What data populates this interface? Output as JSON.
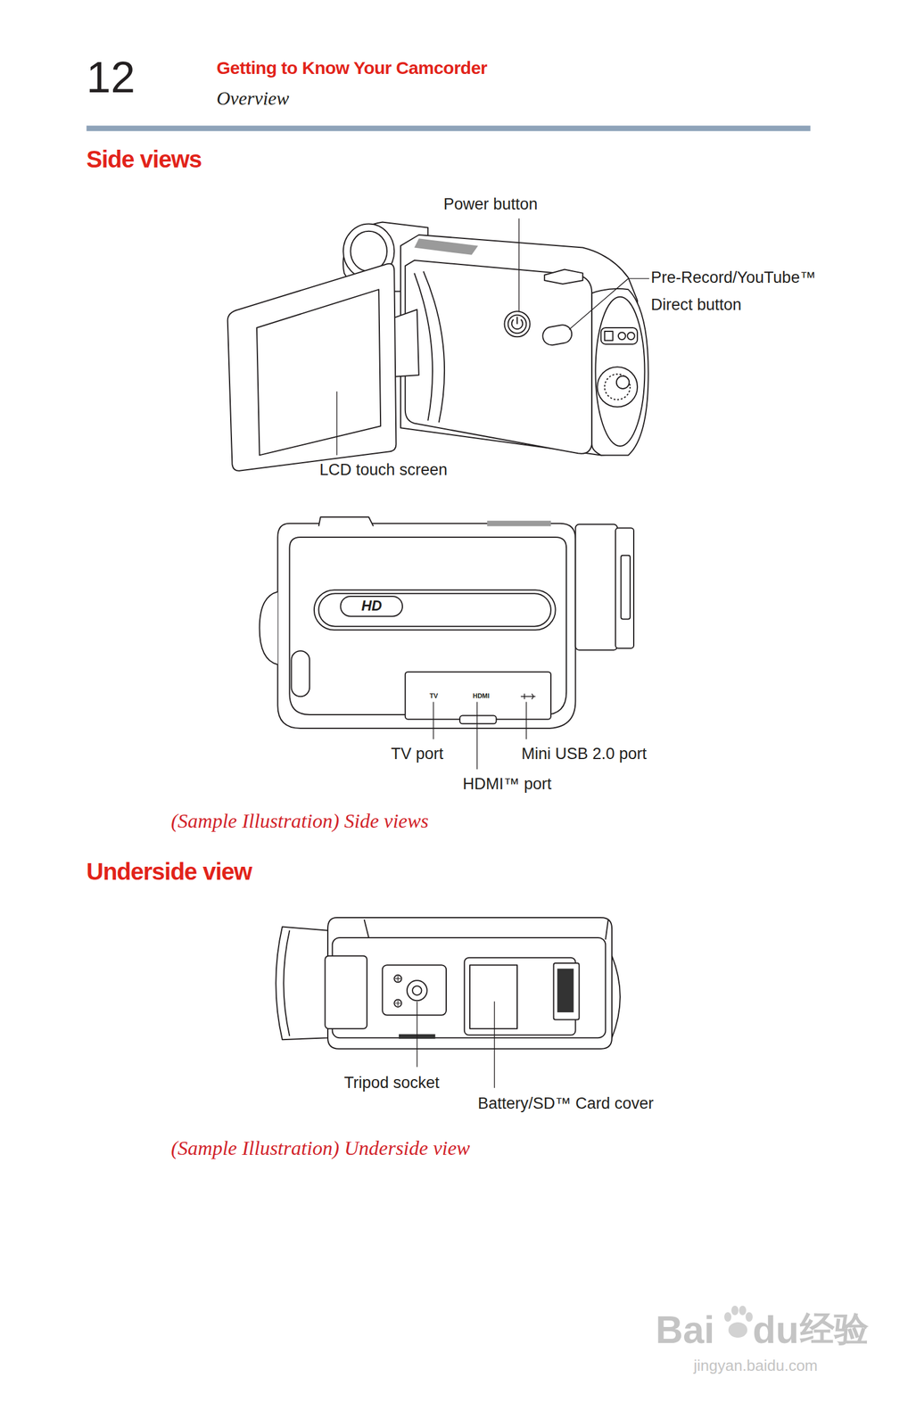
{
  "diagram": {
    "labels": [
      "12",
      "Getting to Know Your Camcorder",
      "Overview",
      "Side views",
      "Power button",
      "Pre-Record/YouTube™ Direct button",
      "LCD touch screen",
      "HD",
      "TV",
      "HDMI",
      "TV port",
      "Mini USB 2.0 port",
      "HDMI™ port",
      "(Sample Illustration) Side views",
      "Underside view",
      "Tripod socket",
      "Battery/SD™ Card cover",
      "(Sample Illustration) Underside view",
      "Bai",
      "du",
      "经验",
      "jingyan.baidu.com"
    ]
  }
}
